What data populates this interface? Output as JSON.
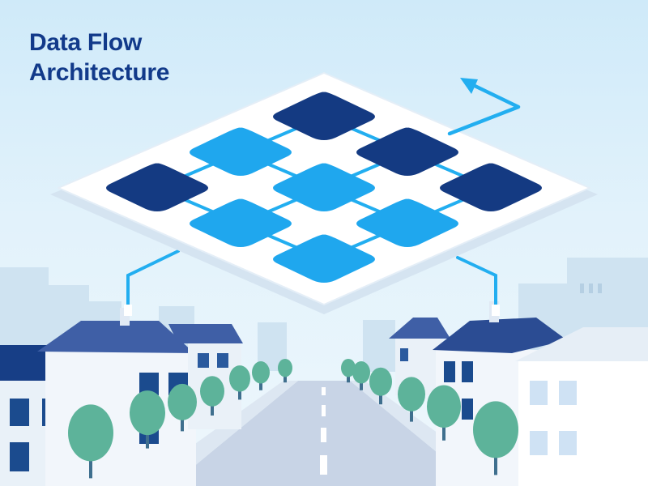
{
  "title": {
    "line1": "Data Flow",
    "line2": "Architecture"
  },
  "colors": {
    "dark_tile": "#143a82",
    "light_tile": "#1fa7ee",
    "accent": "#22aef0",
    "platform": "#ffffff",
    "sky": "#d4ecf9",
    "tree": "#5db39a",
    "road": "#c8d4e6"
  },
  "grid": {
    "rows": 3,
    "cols": 3,
    "pattern": [
      [
        "dark",
        "dark",
        "dark"
      ],
      [
        "light",
        "light",
        "light"
      ],
      [
        "dark",
        "light",
        "light"
      ]
    ]
  },
  "icons": [
    "up-arrow-icon",
    "data-pipe-left",
    "data-pipe-right"
  ]
}
